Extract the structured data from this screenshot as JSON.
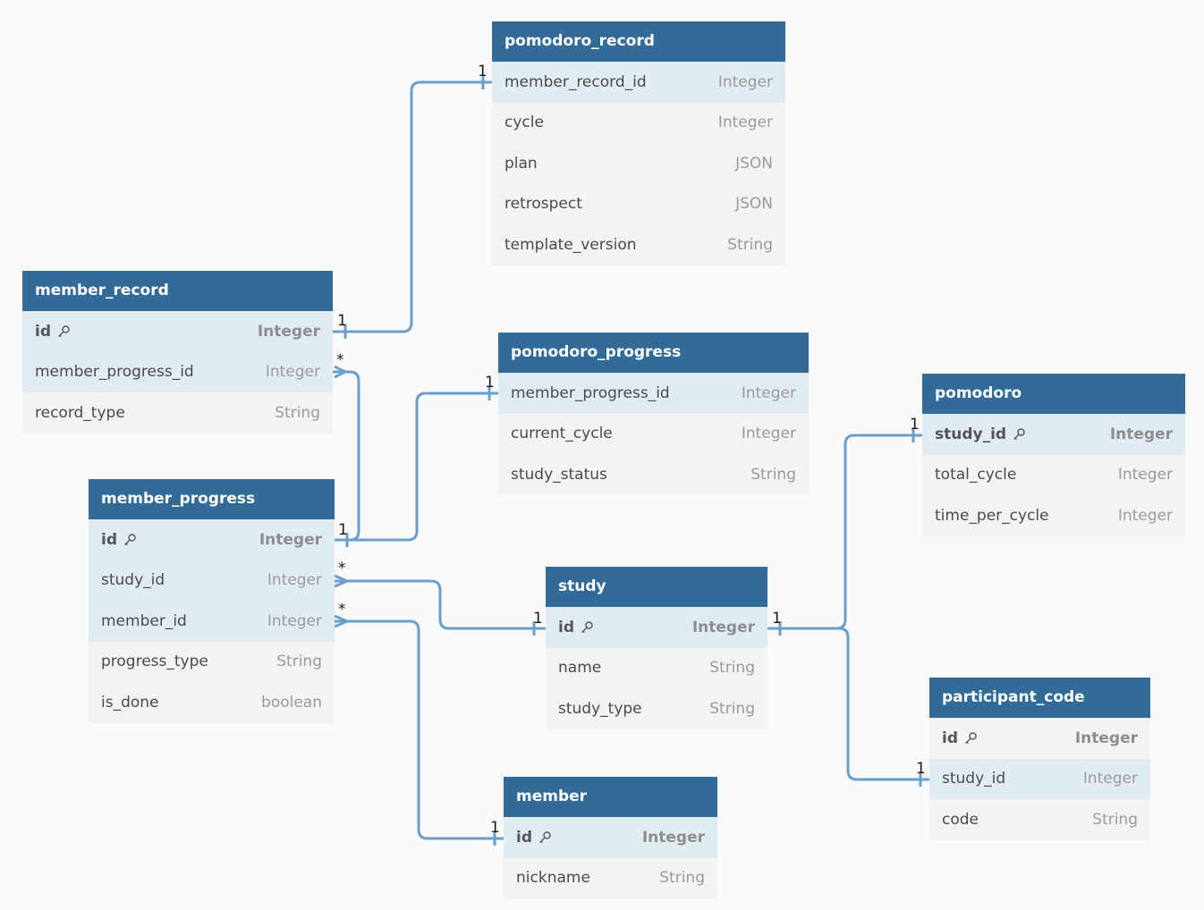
{
  "colors": {
    "header": "#336b98",
    "link": "#6a9fcc",
    "key_row": "#e1ecf2",
    "row": "#f3f3f3"
  },
  "tables": {
    "pomodoro_record": {
      "name": "pomodoro_record",
      "fields": [
        {
          "name": "member_record_id",
          "type": "Integer"
        },
        {
          "name": "cycle",
          "type": "Integer"
        },
        {
          "name": "plan",
          "type": "JSON"
        },
        {
          "name": "retrospect",
          "type": "JSON"
        },
        {
          "name": "template_version",
          "type": "String"
        }
      ]
    },
    "member_record": {
      "name": "member_record",
      "fields": [
        {
          "name": "id",
          "type": "Integer"
        },
        {
          "name": "member_progress_id",
          "type": "Integer"
        },
        {
          "name": "record_type",
          "type": "String"
        }
      ]
    },
    "pomodoro_progress": {
      "name": "pomodoro_progress",
      "fields": [
        {
          "name": "member_progress_id",
          "type": "Integer"
        },
        {
          "name": "current_cycle",
          "type": "Integer"
        },
        {
          "name": "study_status",
          "type": "String"
        }
      ]
    },
    "pomodoro": {
      "name": "pomodoro",
      "fields": [
        {
          "name": "study_id",
          "type": "Integer"
        },
        {
          "name": "total_cycle",
          "type": "Integer"
        },
        {
          "name": "time_per_cycle",
          "type": "Integer"
        }
      ]
    },
    "member_progress": {
      "name": "member_progress",
      "fields": [
        {
          "name": "id",
          "type": "Integer"
        },
        {
          "name": "study_id",
          "type": "Integer"
        },
        {
          "name": "member_id",
          "type": "Integer"
        },
        {
          "name": "progress_type",
          "type": "String"
        },
        {
          "name": "is_done",
          "type": "boolean"
        }
      ]
    },
    "study": {
      "name": "study",
      "fields": [
        {
          "name": "id",
          "type": "Integer"
        },
        {
          "name": "name",
          "type": "String"
        },
        {
          "name": "study_type",
          "type": "String"
        }
      ]
    },
    "participant_code": {
      "name": "participant_code",
      "fields": [
        {
          "name": "id",
          "type": "Integer"
        },
        {
          "name": "study_id",
          "type": "Integer"
        },
        {
          "name": "code",
          "type": "String"
        }
      ]
    },
    "member": {
      "name": "member",
      "fields": [
        {
          "name": "id",
          "type": "Integer"
        },
        {
          "name": "nickname",
          "type": "String"
        }
      ]
    }
  },
  "cardinality": {
    "one": "1",
    "many": "*"
  }
}
